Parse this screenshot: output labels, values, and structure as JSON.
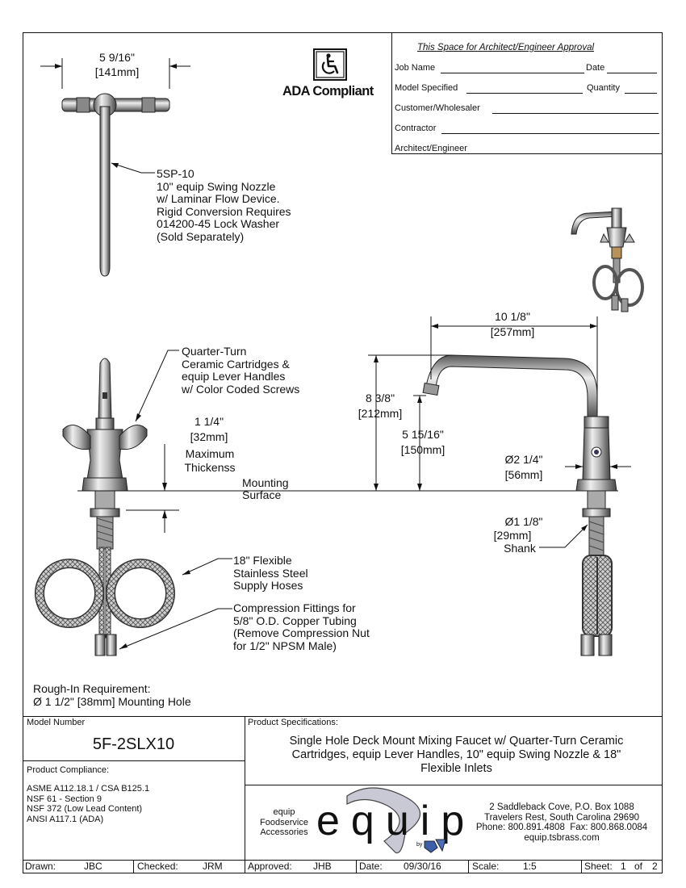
{
  "approval": {
    "title": "This Space for Architect/Engineer Approval",
    "job_name": "Job Name",
    "date": "Date",
    "model_specified": "Model Specified",
    "quantity": "Quantity",
    "customer": "Customer/Wholesaler",
    "contractor": "Contractor",
    "architect": "Architect/Engineer"
  },
  "ada": {
    "label": "ADA Compliant",
    "icon": "wheelchair-icon"
  },
  "top_view": {
    "width_in": "5 9/16\"",
    "width_mm": "[141mm]"
  },
  "nozzle_note": [
    "5SP-10",
    "10\" equip Swing Nozzle",
    "w/ Laminar Flow Device.",
    "Rigid Conversion Requires",
    "014200-45 Lock Washer",
    "(Sold Separately)"
  ],
  "cartridge_note": [
    "Quarter-Turn",
    "Ceramic Cartridges &",
    "equip Lever Handles",
    "w/ Color Coded Screws"
  ],
  "thickness": {
    "in": "1 1/4\"",
    "mm": "[32mm]",
    "label1": "Maximum",
    "label2": "Thickenss"
  },
  "mounting": [
    "Mounting",
    "Surface"
  ],
  "hoses_note": [
    "18\" Flexible",
    "Stainless Steel",
    "Supply Hoses"
  ],
  "fittings_note": [
    "Compression Fittings for",
    "5/8\" O.D. Copper Tubing",
    "(Remove Compression Nut",
    "for 1/2\" NPSM Male)"
  ],
  "side_view": {
    "reach_in": "10 1/8\"",
    "reach_mm": "[257mm]",
    "height_in": "8 3/8\"",
    "height_mm": "[212mm]",
    "spout_in": "5 15/16\"",
    "spout_mm": "[150mm]",
    "base_in": "Ø2 1/4\"",
    "base_mm": "[56mm]",
    "shank_in": "Ø1 1/8\"",
    "shank_mm": "[29mm]",
    "shank_label": "Shank"
  },
  "rough_in": [
    "Rough-In Requirement:",
    "Ø 1 1/2\" [38mm] Mounting Hole"
  ],
  "title_block": {
    "model_number_label": "Model Number",
    "model_number": "5F-2SLX10",
    "compliance_label": "Product Compliance:",
    "compliance": [
      "ASME A112.18.1 / CSA B125.1",
      "NSF 61 - Section 9",
      "NSF 372 (Low Lead Content)",
      "ANSI A117.1 (ADA)"
    ],
    "specs_label": "Product Specifications:",
    "specs": [
      "Single Hole Deck Mount Mixing Faucet w/ Quarter-Turn Ceramic",
      "Cartridges, equip Lever Handles, 10\" equip Swing Nozzle & 18\"",
      "Flexible Inlets"
    ],
    "brand_small": [
      "equip",
      "Foodservice",
      "Accessories"
    ],
    "logo_text": "equip",
    "logo_by": "by",
    "address": [
      "2 Saddleback Cove, P.O. Box 1088",
      "Travelers Rest, South Carolina 29690",
      "Phone: 800.891.4808  Fax: 800.868.0084",
      "equip.tsbrass.com"
    ]
  },
  "footer": {
    "drawn_label": "Drawn:",
    "drawn": "JBC",
    "checked_label": "Checked:",
    "checked": "JRM",
    "approved_label": "Approved:",
    "approved": "JHB",
    "date_label": "Date:",
    "date": "09/30/16",
    "scale_label": "Scale:",
    "scale": "1:5",
    "sheet_label": "Sheet:",
    "sheet": "1",
    "of_label": "of",
    "sheet_total": "2"
  }
}
